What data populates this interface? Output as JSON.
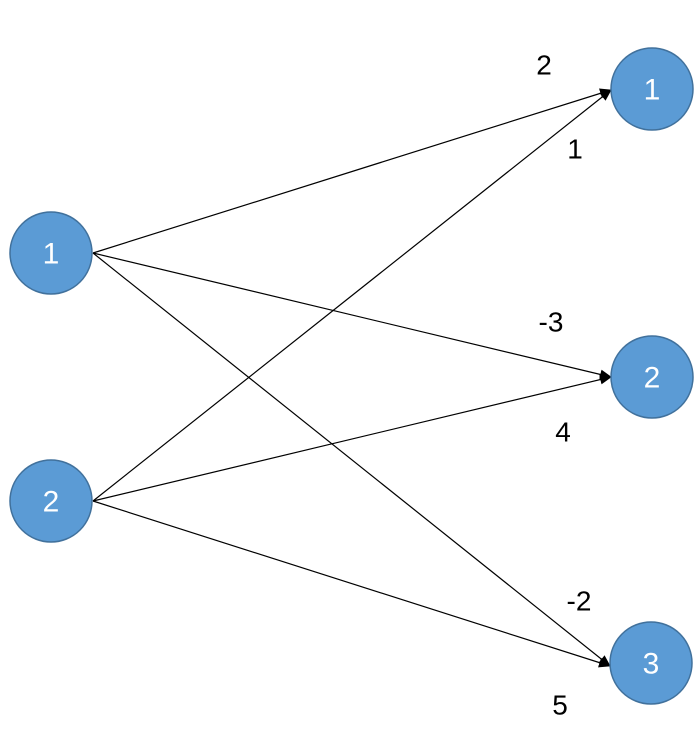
{
  "diagram": {
    "left_nodes": [
      {
        "id": "L1",
        "label": "1"
      },
      {
        "id": "L2",
        "label": "2"
      }
    ],
    "right_nodes": [
      {
        "id": "R1",
        "label": "1"
      },
      {
        "id": "R2",
        "label": "2"
      },
      {
        "id": "R3",
        "label": "3"
      }
    ],
    "edges": [
      {
        "from": "L1",
        "to": "R1",
        "weight": "2"
      },
      {
        "from": "L2",
        "to": "R1",
        "weight": "1"
      },
      {
        "from": "L1",
        "to": "R2",
        "weight": "-3"
      },
      {
        "from": "L2",
        "to": "R2",
        "weight": "4"
      },
      {
        "from": "L1",
        "to": "R3",
        "weight": "-2"
      },
      {
        "from": "L2",
        "to": "R3",
        "weight": "5"
      }
    ],
    "colors": {
      "node_fill": "#5b9bd5",
      "node_stroke": "#41719c",
      "node_text": "#ffffff",
      "edge": "#000000"
    }
  }
}
